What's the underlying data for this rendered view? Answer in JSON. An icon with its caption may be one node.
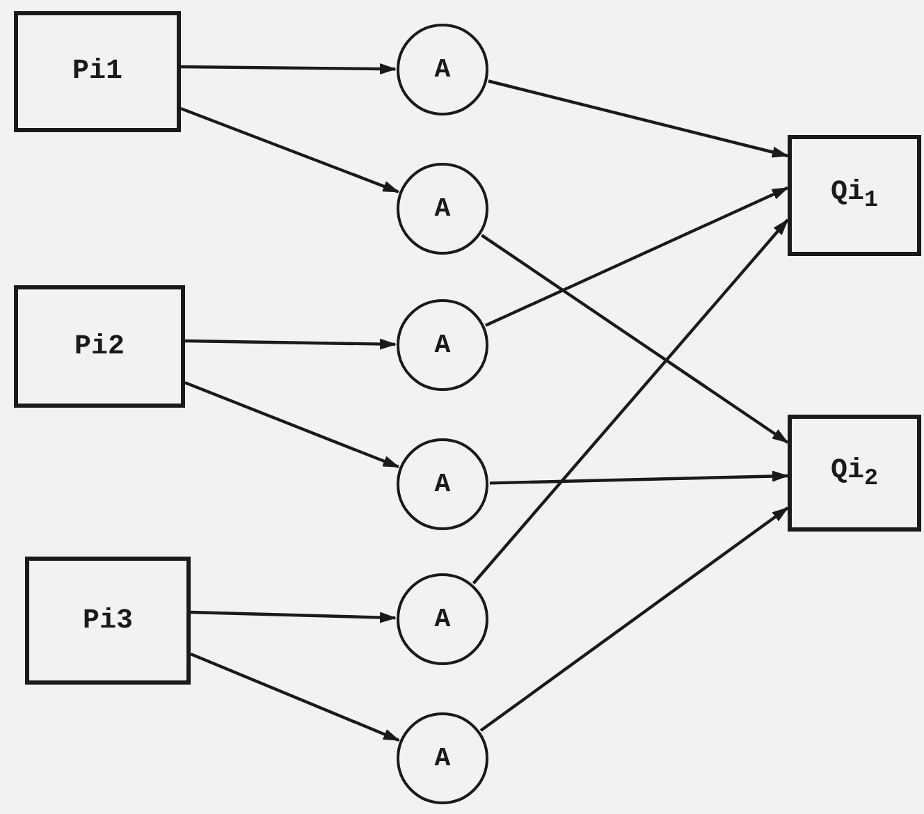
{
  "diagram": {
    "nodes": [
      {
        "text": [
          "Pi1"
        ]
      },
      {
        "text": [
          "Pi2"
        ]
      },
      {
        "text": [
          "Pi3"
        ]
      },
      {
        "text": [
          "A"
        ]
      },
      {
        "text": [
          "A"
        ]
      },
      {
        "text": [
          "A"
        ]
      },
      {
        "text": [
          "A"
        ]
      },
      {
        "text": [
          "A"
        ]
      },
      {
        "text": [
          "A"
        ]
      },
      {
        "text": [
          "Qi$_{1}$"
        ]
      },
      {
        "text": [
          "Qi$_{2}$"
        ]
      }
    ],
    "edges": [
      {
        "from": 0,
        "to": 3,
        "arrow": "to"
      },
      {
        "from": 0,
        "to": 4,
        "arrow": "to"
      },
      {
        "from": 1,
        "to": 5,
        "arrow": "to"
      },
      {
        "from": 1,
        "to": 6,
        "arrow": "to"
      },
      {
        "from": 2,
        "to": 7,
        "arrow": "to"
      },
      {
        "from": 2,
        "to": 8,
        "arrow": "to"
      },
      {
        "from": 3,
        "to": 9,
        "arrow": "to"
      },
      {
        "from": 4,
        "to": 10,
        "arrow": "to"
      },
      {
        "from": 5,
        "to": 9,
        "arrow": "to"
      },
      {
        "from": 6,
        "to": 10,
        "arrow": "to"
      },
      {
        "from": 7,
        "to": 9,
        "arrow": "to"
      },
      {
        "from": 8,
        "to": 10,
        "arrow": "to"
      }
    ]
  }
}
